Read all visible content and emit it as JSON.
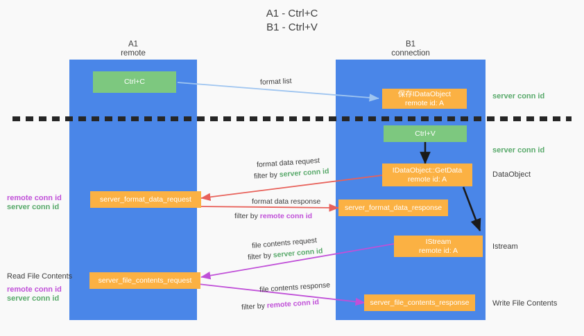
{
  "title": "A1 - Ctrl+C\nB1 - Ctrl+V",
  "columns": {
    "left": {
      "name": "A1",
      "role": "remote",
      "header": "A1\nremote"
    },
    "right": {
      "name": "B1",
      "role": "connection",
      "header": "B1\nconnection"
    }
  },
  "nodes": {
    "ctrl_c": {
      "label": "Ctrl+C",
      "color": "green"
    },
    "save_idataobject": {
      "label": "保存IDataObject\nremote id: A",
      "color": "orange"
    },
    "ctrl_v": {
      "label": "Ctrl+V",
      "color": "green"
    },
    "idataobject_getdata": {
      "label": "IDataObject::GetData\nremote id: A",
      "color": "orange"
    },
    "server_format_data_request": {
      "label": "server_format_data_request",
      "color": "orange"
    },
    "server_format_data_response": {
      "label": "server_format_data_response",
      "color": "orange"
    },
    "istream": {
      "label": "IStream\nremote id: A",
      "color": "orange"
    },
    "server_file_contents_request": {
      "label": "server_file_contents_request",
      "color": "orange"
    },
    "server_file_contents_response": {
      "label": "server_file_contents_response",
      "color": "orange"
    }
  },
  "right_labels": {
    "server_conn_id_top": "server conn id",
    "server_conn_id_second": "server conn id",
    "dataobject": "DataObject",
    "istream": "Istream",
    "write_file_contents": "Write File Contents"
  },
  "left_labels": {
    "remote_conn_id_1": "remote conn id",
    "server_conn_id_1": "server conn id",
    "read_file_contents": "Read File Contents",
    "remote_conn_id_2": "remote conn id",
    "server_conn_id_2": "server conn id"
  },
  "flows": {
    "format_list": {
      "text": "format list"
    },
    "format_data_request": {
      "text": "format data request",
      "filter_prefix": "filter by ",
      "filter_target": "server conn id",
      "filter_color": "green"
    },
    "format_data_response": {
      "text": "format data response",
      "filter_prefix": "filter by ",
      "filter_target": "remote conn id",
      "filter_color": "purple"
    },
    "file_contents_request": {
      "text": "file contents request",
      "filter_prefix": "filter by ",
      "filter_target": "server conn id",
      "filter_color": "green"
    },
    "file_contents_response": {
      "text": "file contents response",
      "filter_prefix": "filter by ",
      "filter_target": "remote conn id",
      "filter_color": "purple"
    }
  },
  "colors": {
    "lane_blue": "#4a86e8",
    "node_orange": "#fbb143",
    "node_green": "#7dc87f",
    "green_text": "#58a96a",
    "purple_text": "#c050d8",
    "arrow_light_blue": "#9fc5f0",
    "arrow_red": "#e8615a",
    "arrow_magenta": "#c050d8",
    "arrow_black": "#1a1a1a",
    "background": "#f9f9f9"
  }
}
